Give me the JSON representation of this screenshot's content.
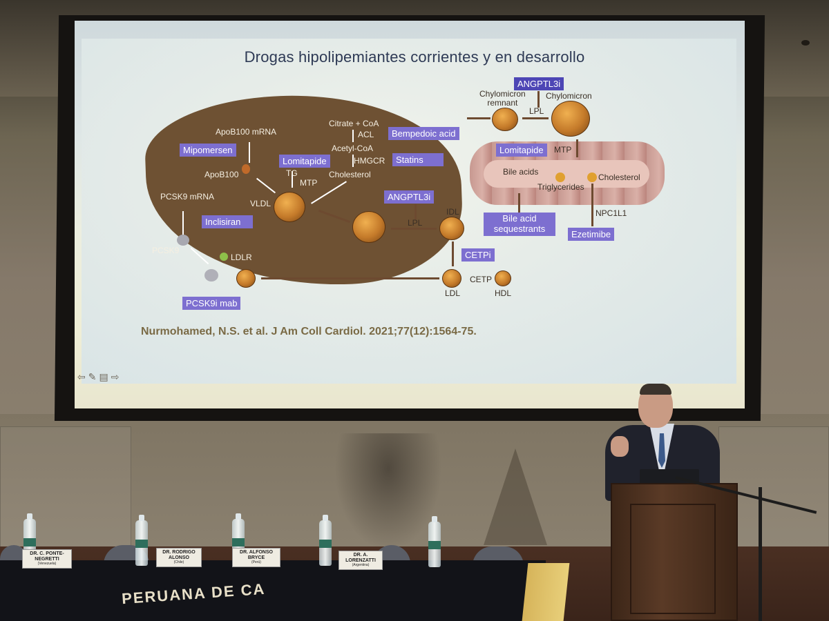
{
  "slide": {
    "title": "Drogas hipolipemiantes corrientes y en desarrollo",
    "citation": "Nurmohamed, N.S. et al. J Am Coll Cardiol. 2021;77(12):1564-75.",
    "nav_glyphs": "⇦✎▤⇨"
  },
  "diagram": {
    "drug_boxes": {
      "angptl3i_top": "ANGPTL3i",
      "bempedoic": "Bempedoic acid",
      "mipomersen": "Mipomersen",
      "lomitapide_liver": "Lomitapide",
      "statins": "Statins",
      "lomitapide_gut": "Lomitapide",
      "angptl3i_mid": "ANGPTL3i",
      "inclisiran": "Inclisiran",
      "bile_acid_seq": "Bile acid\nsequestrants",
      "ezetimibe": "Ezetimibe",
      "cetpi": "CETPi",
      "pcsk9i": "PCSK9i mab"
    },
    "labels": {
      "chylomicron_remnant": "Chylomicron\nremnant",
      "chylomicron": "Chylomicron",
      "lpl_top": "LPL",
      "citrate": "Citrate + CoA",
      "acl": "ACL",
      "acetyl_coa": "Acetyl-CoA",
      "hmgcr": "HMGCR",
      "cholesterol_liver": "Cholesterol",
      "apob100_mrna": "ApoB100 mRNA",
      "apob100": "ApoB100",
      "tg": "TG",
      "mtp_liver": "MTP",
      "vldl": "VLDL",
      "pcsk9_mrna": "PCSK9 mRNA",
      "pcsk9": "PCSK9",
      "ldlr": "LDLR",
      "mtp_gut": "MTP",
      "bile_acids": "Bile acids",
      "triglycerides": "Triglycerides",
      "cholesterol_gut": "Cholesterol",
      "npc1l1": "NPC1L1",
      "lpl_mid": "LPL",
      "idl": "IDL",
      "cetp": "CETP",
      "ldl": "LDL",
      "hdl": "HDL"
    }
  },
  "room": {
    "nameplates": [
      {
        "name": "DR. C. PONTE-NEGRETTI",
        "country": "(Venezuela)"
      },
      {
        "name": "DR. RODRIGO ALONSO",
        "country": "(Chile)"
      },
      {
        "name": "DR. ALFONSO BRYCE",
        "country": "(Perú)"
      },
      {
        "name": "DR. A. LORENZATTI",
        "country": "(Argentina)"
      }
    ],
    "table_seal_text": "PERUANA DE CA"
  }
}
